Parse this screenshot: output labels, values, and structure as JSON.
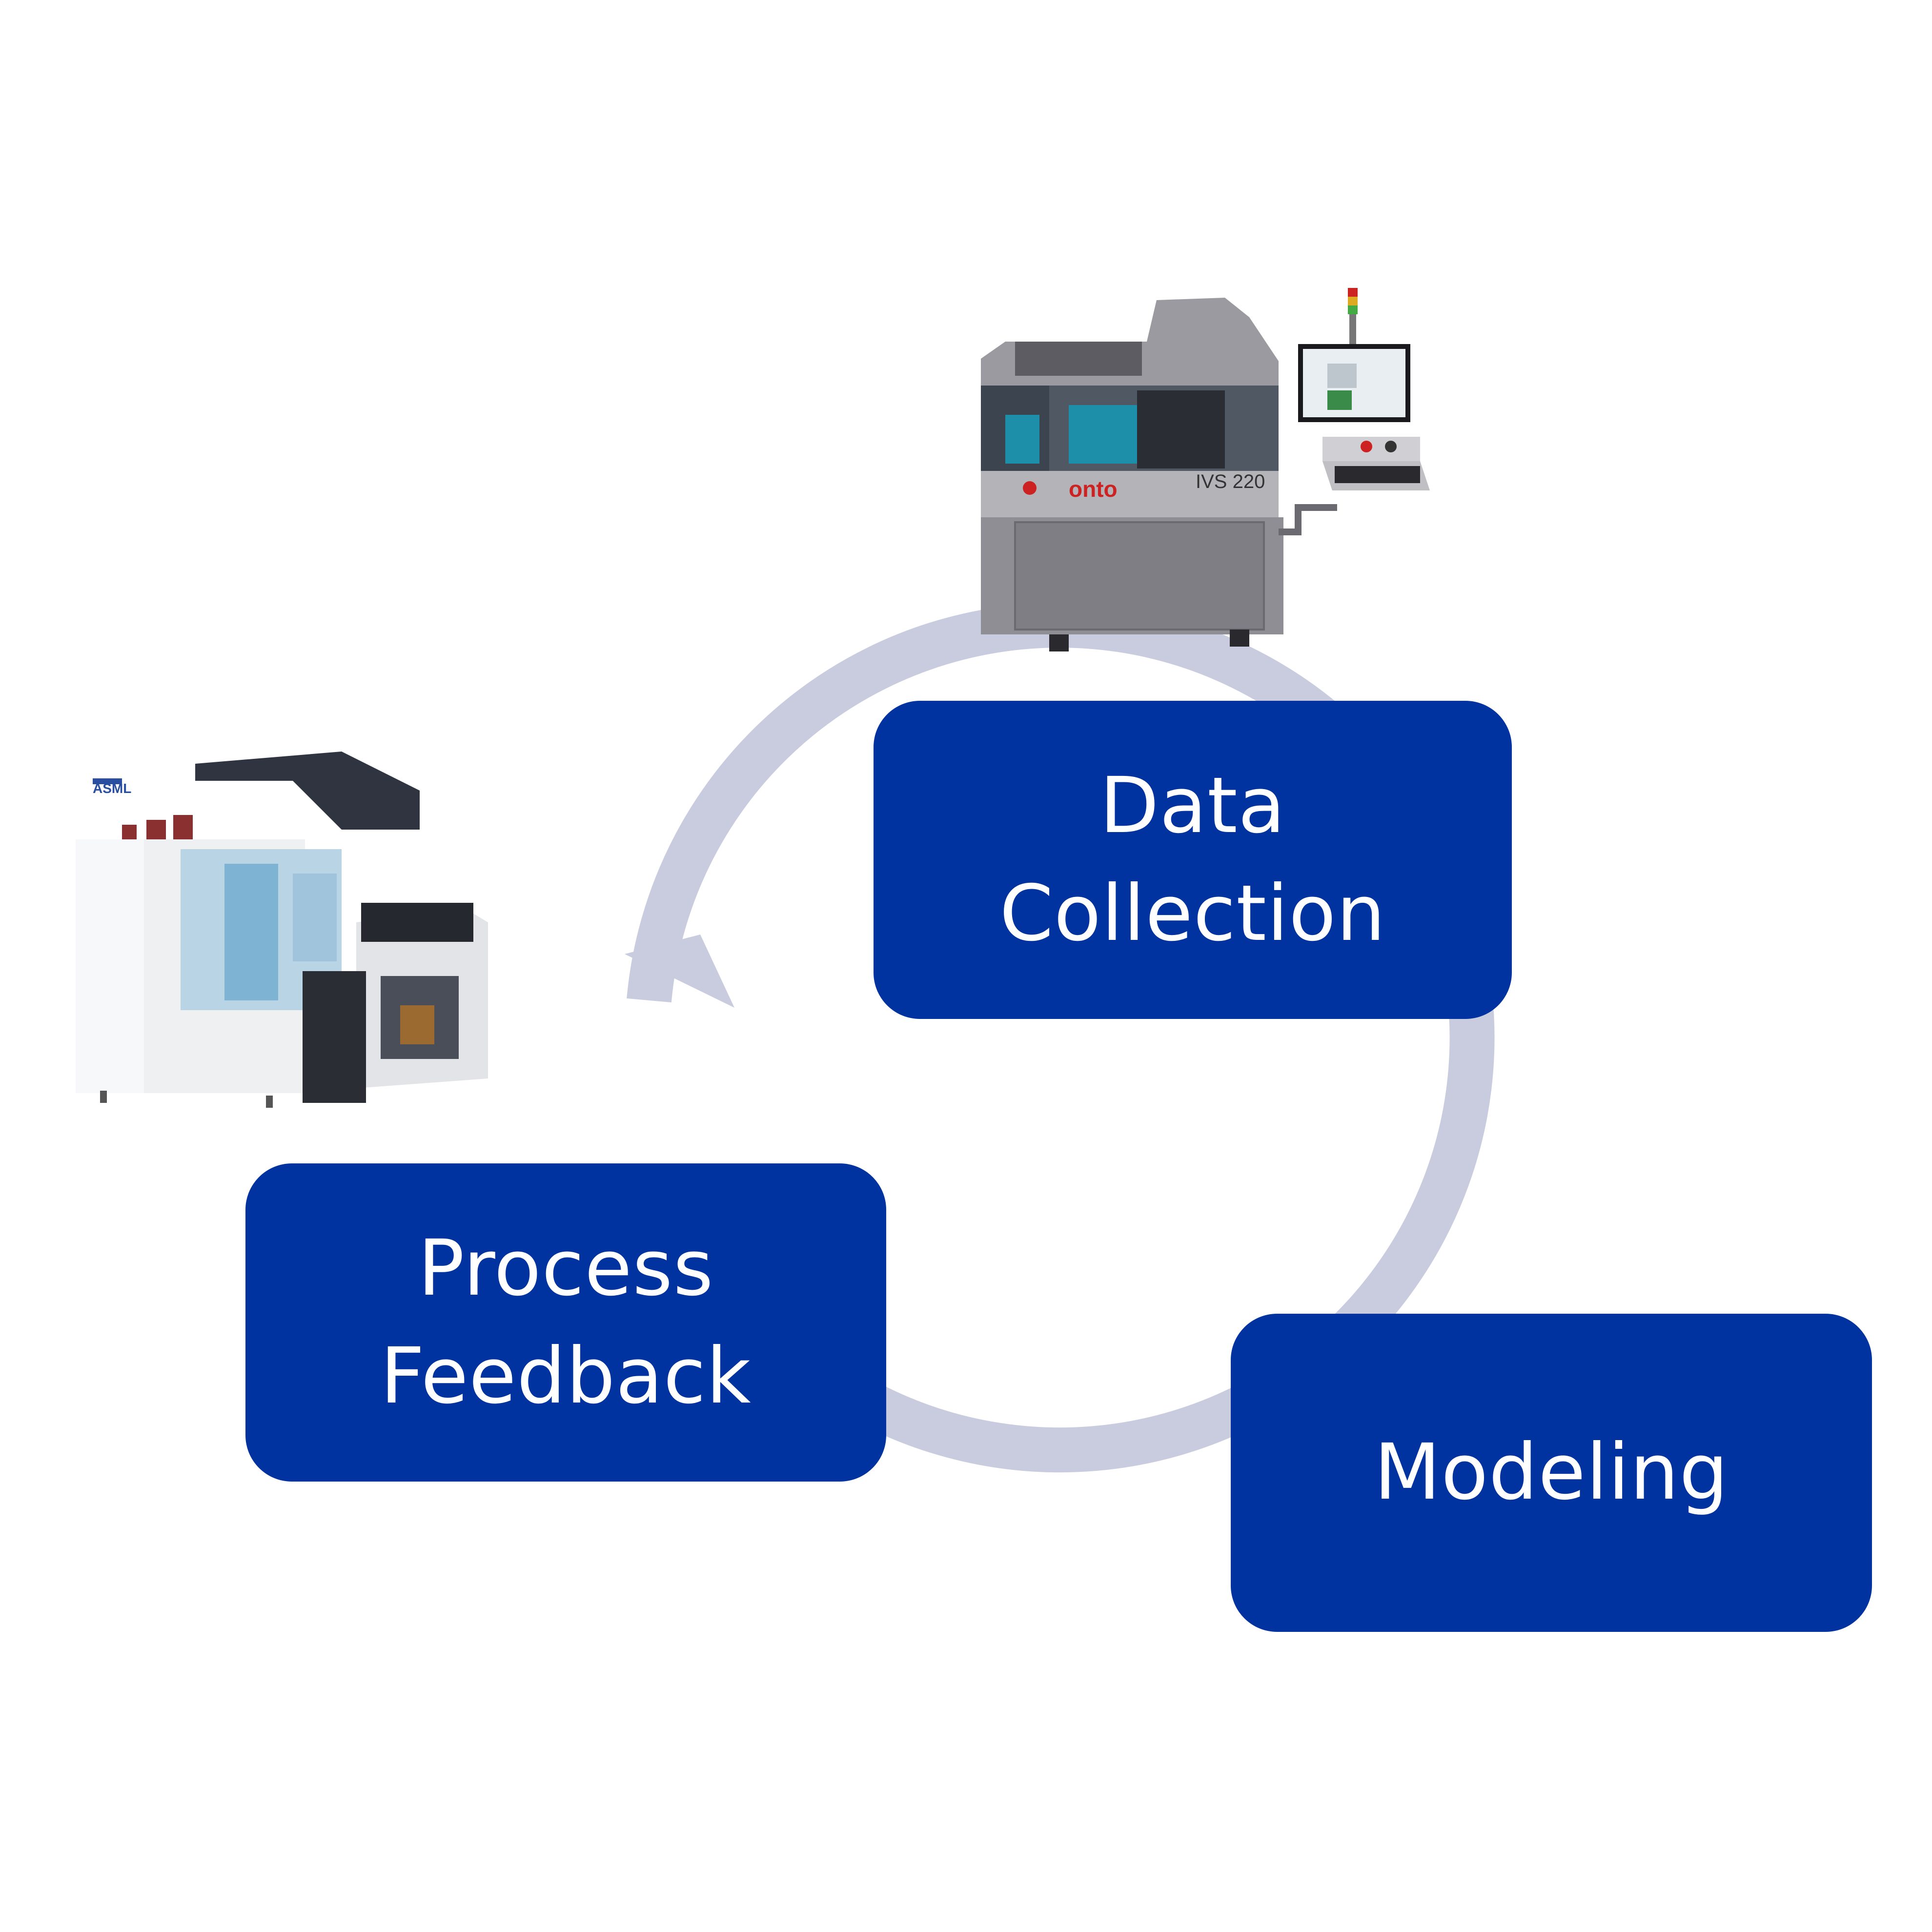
{
  "diagram": {
    "stages": [
      {
        "id": "data-collection",
        "label": "Data\nCollection"
      },
      {
        "id": "modeling",
        "label": "Modeling"
      },
      {
        "id": "process-feedback",
        "label": "Process\nFeedback"
      }
    ],
    "colors": {
      "box_fill": "#0033a0",
      "box_text": "#ffffff",
      "arrow": "#c9ccdf",
      "background": "#ffffff"
    },
    "equipment": {
      "inspection_tool": {
        "brand_label": "onto",
        "model_label": "IVS 220"
      },
      "lithography_tool": {
        "brand_label": "ASML"
      }
    }
  }
}
